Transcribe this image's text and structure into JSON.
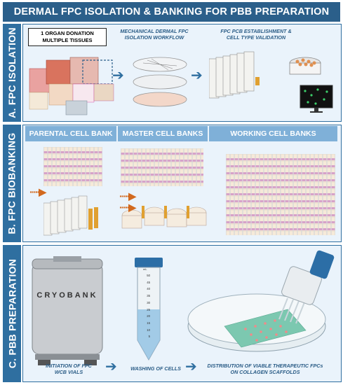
{
  "title": "DERMAL FPC ISOLATION & BANKING FOR PBB PREPARATION",
  "sections": {
    "a_label": "A. FPC ISOLATION",
    "b_label": "B. FPC BIOBANKING",
    "c_label": "C. PBB PREPARATION"
  },
  "a": {
    "organ_box_line1": "1 ORGAN DONATION",
    "organ_box_line2": "MULTIPLE TISSUES",
    "step2_line1": "MECHANICAL DERMAL FPC",
    "step2_line2": "ISOLATION WORKFLOW",
    "step3_line1": "FPC PCB ESTABLISHMENT &",
    "step3_line2": "CELL TYPE VALIDATION"
  },
  "b": {
    "parental": "PARENTAL CELL BANK",
    "master": "MASTER CELL BANKS",
    "working": "WORKING CELL BANKS"
  },
  "c": {
    "cryobank": "CRYOBANK",
    "step1_line1": "INITIATION OF FPC",
    "step1_line2": "WCB VIALS",
    "step2": "WASHING OF CELLS",
    "step3_line1": "DISTRIBUTION OF VIABLE THERAPEUTIC FPCs",
    "step3_line2": "ON COLLAGEN SCAFFOLDS",
    "tube_ticks": [
      "50",
      "45",
      "40",
      "35",
      "30",
      "25",
      "20",
      "15",
      "10",
      "5"
    ],
    "tube_unit": "mL"
  }
}
